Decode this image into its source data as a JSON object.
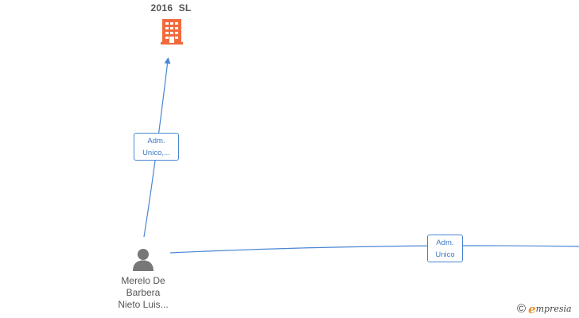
{
  "company": {
    "name": "2016  SL",
    "icon": "building-icon",
    "color": "#f26a3c"
  },
  "person": {
    "name_lines": [
      "Merelo De",
      "Barbera",
      "Nieto Luis..."
    ],
    "icon": "person-icon",
    "color": "#777777"
  },
  "relations": [
    {
      "label_lines": [
        "Adm.",
        "Unico,..."
      ]
    },
    {
      "label_lines": [
        "Adm.",
        "Unico"
      ]
    }
  ],
  "line_color": "#4a86d4",
  "watermark": {
    "copyright": "©",
    "brand_initial": "e",
    "brand_rest": "mpresia",
    "brand_color": "#e8912a"
  }
}
